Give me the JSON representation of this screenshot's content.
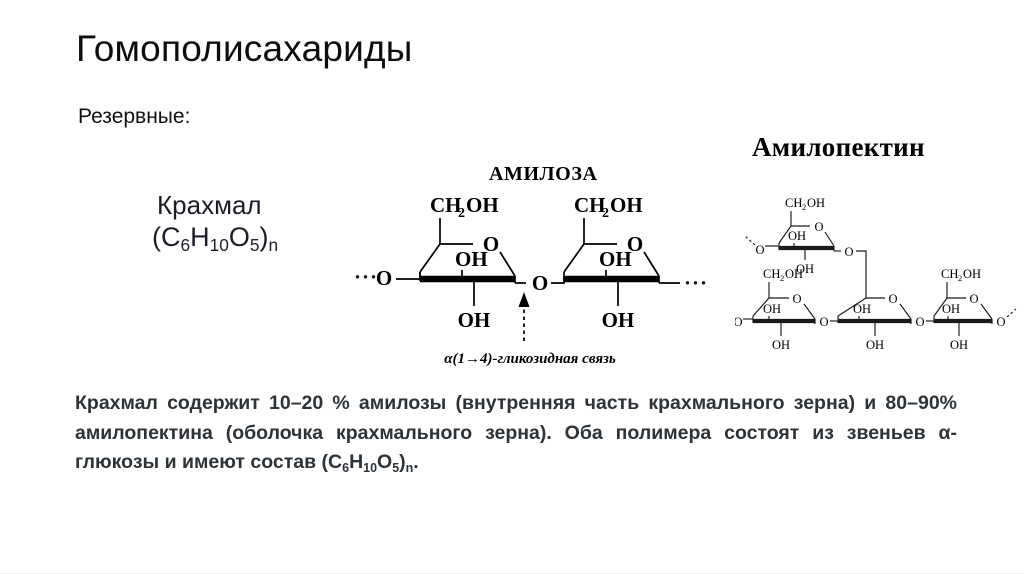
{
  "slide": {
    "title": "Гомополисахариды",
    "subtitle": "Резервные:"
  },
  "starch": {
    "name": "Крахмал",
    "formula_prefix": "(C",
    "formula_c_sub": "6",
    "formula_h": "H",
    "formula_h_sub": "10",
    "formula_o": "O",
    "formula_o_sub": "5",
    "formula_suffix": ")",
    "formula_n": "n"
  },
  "structures": {
    "amylose_title": "АМИЛОЗА",
    "amylopectin_title": "Амилопектин",
    "glycosidic_caption": "α(1→4)-гликозидная связь",
    "labels": {
      "ch2oh": "CH",
      "ch2oh_sub": "2",
      "ch2oh_tail": "OH",
      "oh": "OH",
      "o": "O",
      "ellipsis": "···"
    }
  },
  "paragraph": {
    "part1": "Крахмал содержит 10–20 % амилозы (внутренняя часть крахмального зерна) и 80–90% амилопектина (оболочка крахмального зерна). Оба полимера состоят из звеньев α-глюкозы и имеют состав (C",
    "sub1": "6",
    "part2": "H",
    "sub2": "10",
    "part3": "O",
    "sub3": "5",
    "part4": ")",
    "sub4": "n",
    "part5": "."
  },
  "colors": {
    "title": "#0d0d0d",
    "starch": "#1b1d2b",
    "body": "#2e3338",
    "structure": "#000000",
    "background": "#ffffff"
  }
}
